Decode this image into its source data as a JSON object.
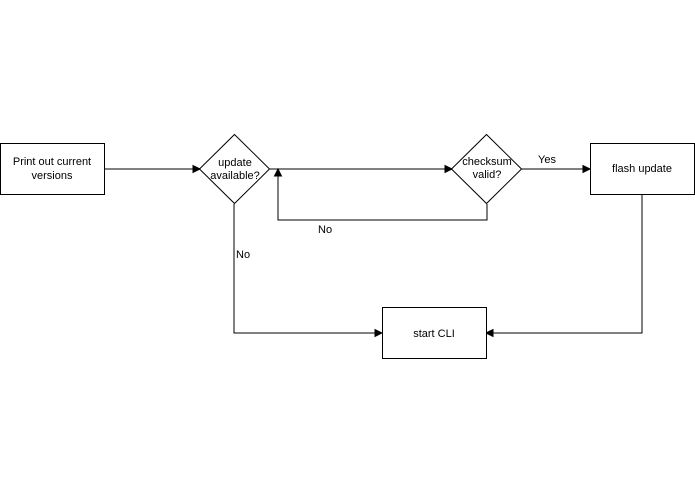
{
  "nodes": {
    "print_versions": {
      "line1": "Print out current",
      "line2": "versions"
    },
    "update_available": {
      "line1": "update",
      "line2": "available?"
    },
    "checksum_valid": {
      "line1": "checksum",
      "line2": "valid?"
    },
    "flash_update": {
      "label": "flash update"
    },
    "start_cli": {
      "label": "start CLI"
    }
  },
  "edges": {
    "checksum_yes": "Yes",
    "checksum_no": "No",
    "update_no": "No"
  },
  "colors": {
    "stroke": "#000000",
    "fill": "#ffffff",
    "background": "#ffffff"
  }
}
